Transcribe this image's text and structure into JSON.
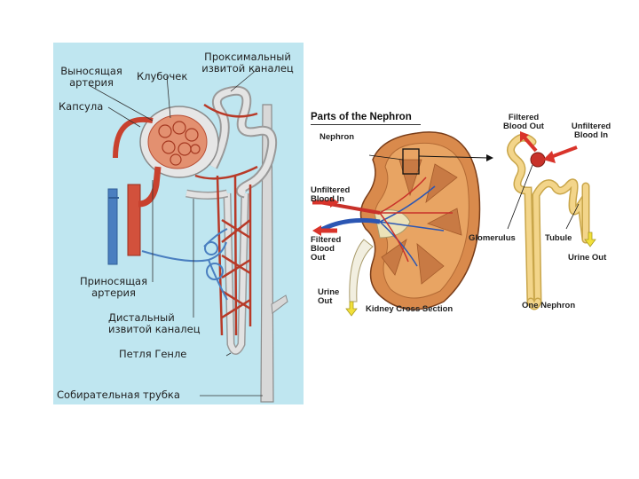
{
  "left_diagram": {
    "labels": {
      "efferent_artery_1": "Выносящая",
      "efferent_artery_2": "артерия",
      "glomerulus": "Клубочек",
      "proximal_1": "Проксимальный",
      "proximal_2": "извитой каналец",
      "capsule": "Капсула",
      "afferent_1": "Приносящая",
      "afferent_2": "артерия",
      "distal_1": "Дистальный",
      "distal_2": "извитой каналец",
      "loop": "Петля Генле",
      "collecting": "Собирательная трубка"
    },
    "colors": {
      "background": "#bfe6f0",
      "artery": "#c8412e",
      "vein": "#4a7fc0",
      "tubule": "#d9d9d9"
    }
  },
  "right_diagram": {
    "title": "Parts of the Nephron",
    "labels": {
      "nephron": "Nephron",
      "unfiltered_in_left_1": "Unfiltered",
      "unfiltered_in_left_2": "Blood In",
      "filtered_out_left_1": "Filtered",
      "filtered_out_left_2": "Blood",
      "filtered_out_left_3": "Out",
      "urine_out_left_1": "Urine",
      "urine_out_left_2": "Out",
      "kidney_cross_section": "Kidney Cross Section",
      "filtered_out_right_1": "Filtered",
      "filtered_out_right_2": "Blood Out",
      "unfiltered_in_right_1": "Unfiltered",
      "unfiltered_in_right_2": "Blood In",
      "glomerulus": "Glomerulus",
      "tubule": "Tubule",
      "urine_out_right": "Urine Out",
      "one_nephron": "One Nephron"
    },
    "colors": {
      "kidney": "#d8864a",
      "cortex": "#e8a060",
      "tubule": "#f3d58a",
      "arrow_red": "#d9342b",
      "arrow_yellow": "#f2e03a"
    }
  }
}
